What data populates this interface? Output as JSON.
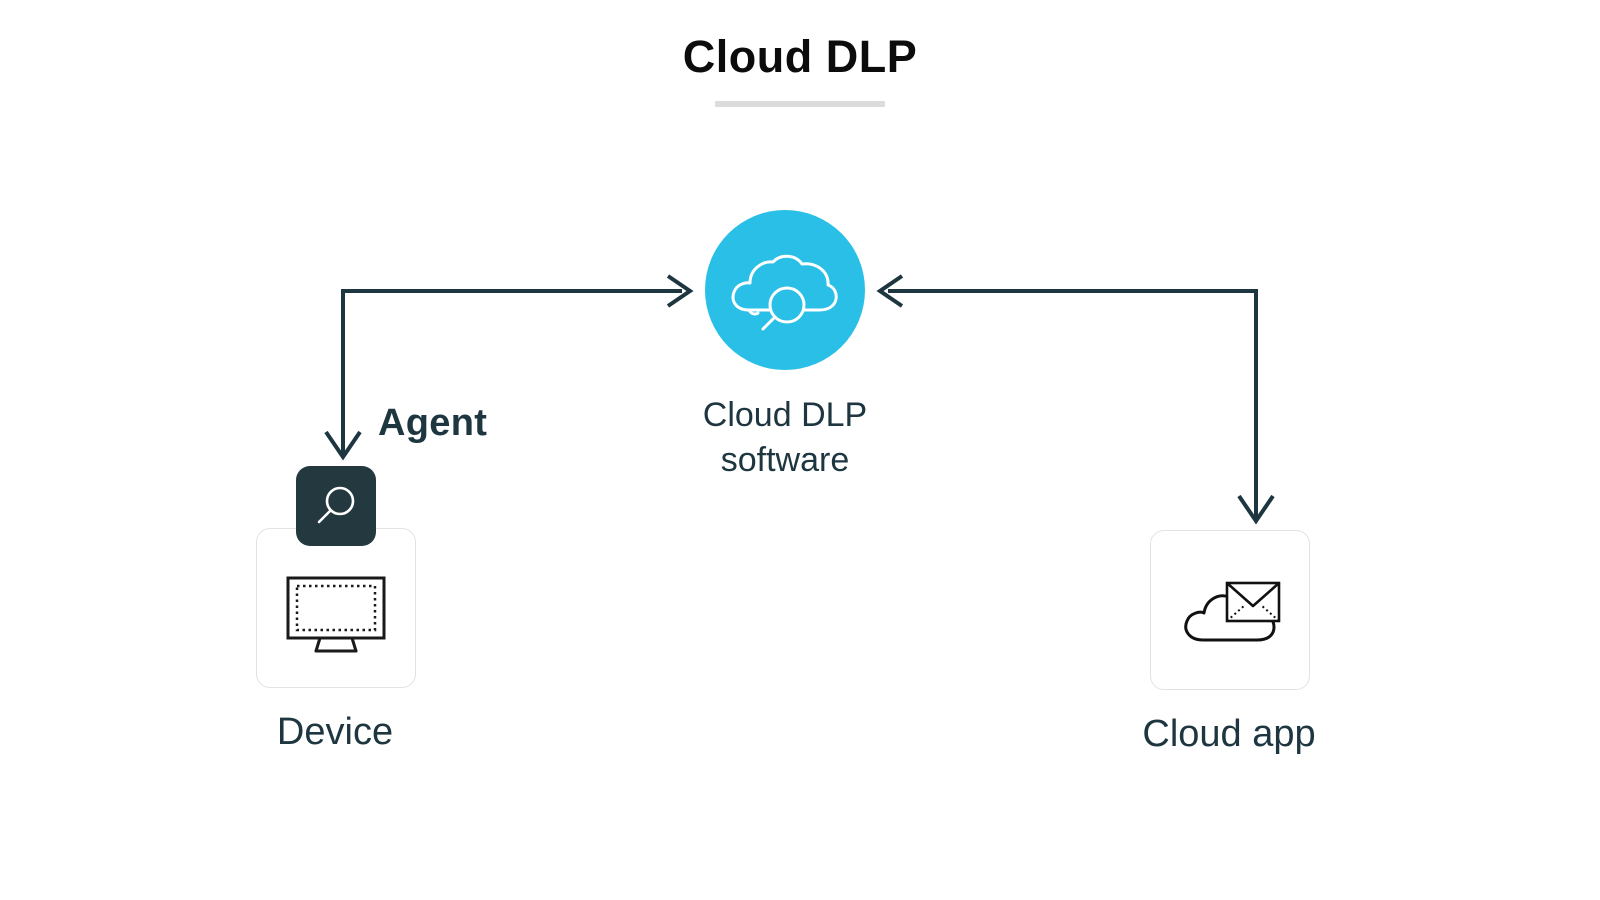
{
  "title": {
    "text": "Cloud DLP",
    "rule_color": "#dcdcdc"
  },
  "colors": {
    "hub_fill": "#29bfe6",
    "text_dark": "#1e3640",
    "badge_fill": "#24393f",
    "card_border": "#e3e3e3",
    "connector": "#1e3640",
    "title_text": "#0c0c0c"
  },
  "hub": {
    "icon": "cloud-magnifier-icon",
    "label": "Cloud DLP\nsoftware"
  },
  "nodes": [
    {
      "id": "device",
      "caption": "Device",
      "icon": "monitor-icon",
      "badge": {
        "label": "Agent",
        "icon": "magnifier-icon"
      }
    },
    {
      "id": "cloud-app",
      "caption": "Cloud app",
      "icon": "cloud-envelope-icon"
    }
  ],
  "connectors": [
    {
      "id": "hub-to-device",
      "from": "device-branch-corner",
      "to": "cloud-dlp-software",
      "direction": "right",
      "shape": "elbow"
    },
    {
      "id": "device-branch",
      "from": "device-branch-corner",
      "to": "device",
      "direction": "down",
      "shape": "vertical"
    },
    {
      "id": "cloudapp-to-hub",
      "from": "cloudapp-branch-corner",
      "to": "cloud-dlp-software",
      "direction": "left",
      "shape": "elbow"
    },
    {
      "id": "cloudapp-branch",
      "from": "cloudapp-branch-corner",
      "to": "cloud-app",
      "direction": "down",
      "shape": "vertical"
    }
  ]
}
